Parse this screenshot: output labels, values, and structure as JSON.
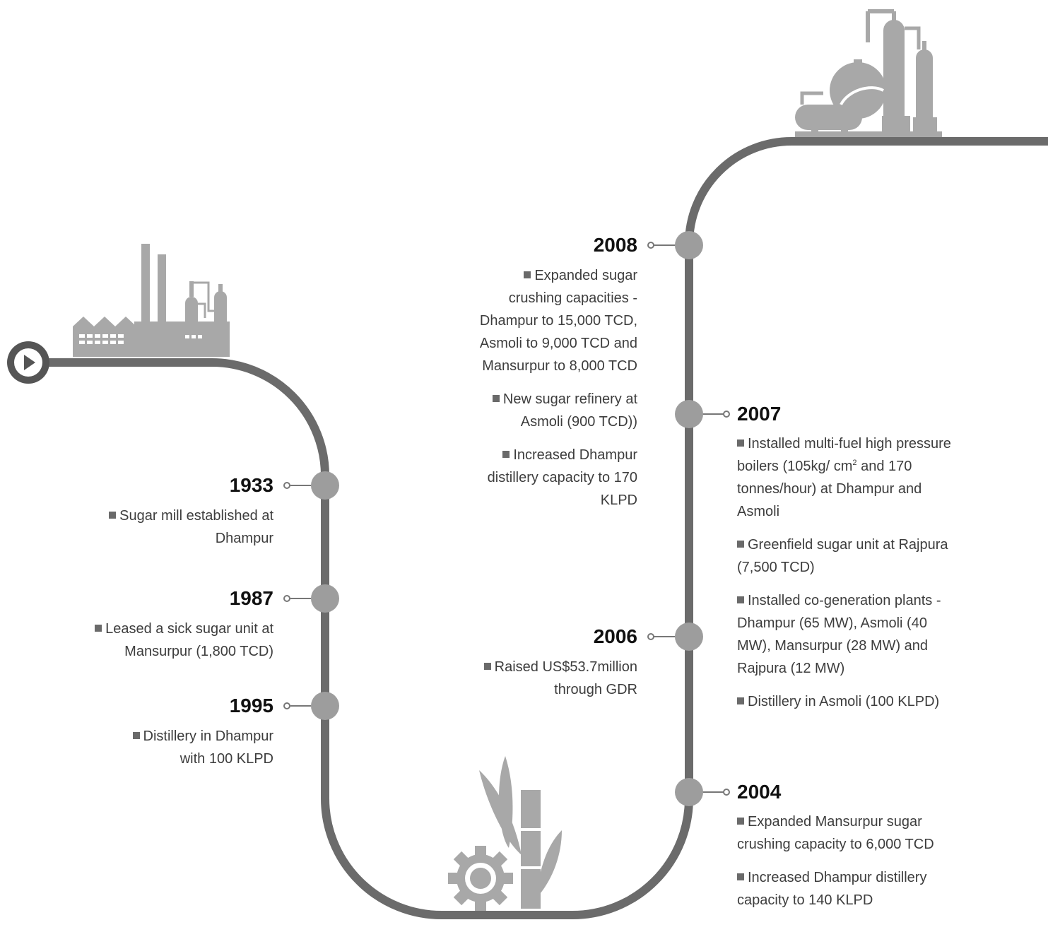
{
  "colors": {
    "track": "#6b6b6b",
    "node": "#9d9d9d",
    "icon": "#a8a8a8",
    "icon_dark": "#4a4a4a",
    "text": "#3d3d3d",
    "year": "#111111"
  },
  "icons": {
    "start": "play-icon",
    "factory": "factory-icon",
    "sugarcane": "sugarcane-gear-icon",
    "refinery": "refinery-icon"
  },
  "milestones": {
    "y1933": {
      "year": "1933",
      "entries": [
        "Sugar mill established at Dhampur"
      ]
    },
    "y1987": {
      "year": "1987",
      "entries": [
        "Leased a sick sugar unit at Mansurpur (1,800 TCD)"
      ]
    },
    "y1995": {
      "year": "1995",
      "entries": [
        "Distillery in Dhampur with 100 KLPD"
      ]
    },
    "y2004": {
      "year": "2004",
      "entries": [
        "Expanded Mansurpur sugar crushing capacity to 6,000 TCD",
        "Increased Dhampur distillery capacity to 140 KLPD"
      ]
    },
    "y2006": {
      "year": "2006",
      "entries": [
        "Raised US$53.7million through GDR"
      ]
    },
    "y2007": {
      "year": "2007",
      "entries": {
        "e0": {
          "pre": "Installed multi-fuel high pressure boilers (105kg/ cm",
          "sup": "2",
          "post": " and 170 tonnes/hour) at Dhampur and Asmoli"
        },
        "e1": "Greenfield sugar unit at Rajpura (7,500 TCD)",
        "e2": "Installed co-generation plants - Dhampur (65 MW), Asmoli (40 MW), Mansurpur (28 MW) and Rajpura (12 MW)",
        "e3": "Distillery in Asmoli (100 KLPD)"
      }
    },
    "y2008": {
      "year": "2008",
      "entries": [
        "Expanded sugar crushing capacities - Dhampur to 15,000 TCD, Asmoli to 9,000 TCD and Mansurpur to 8,000 TCD",
        "New sugar refinery at Asmoli (900 TCD))",
        "Increased Dhampur distillery capacity to 170 KLPD"
      ]
    }
  }
}
